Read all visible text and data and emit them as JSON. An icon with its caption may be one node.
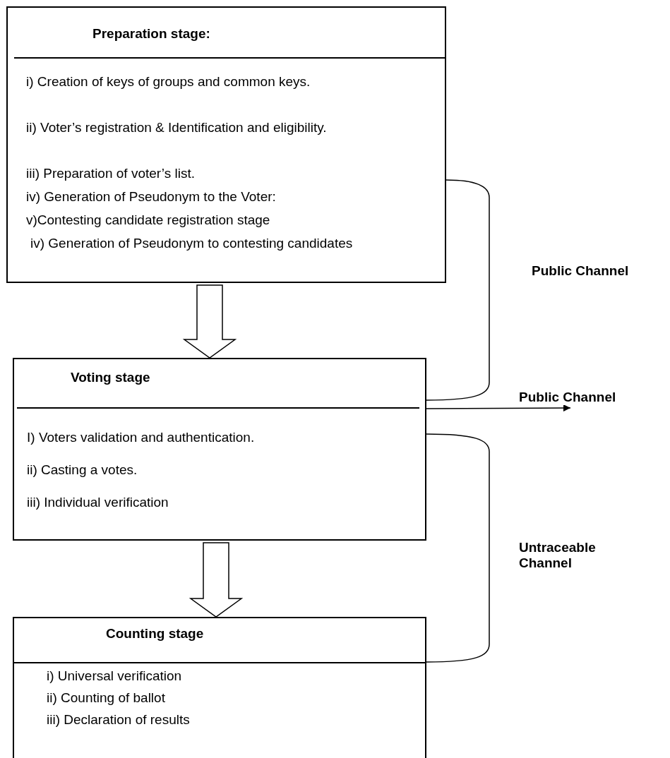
{
  "diagram": {
    "nodes": [
      {
        "text": [
          "Preparation stage:",
          "i) Creation of keys of groups and common keys.",
          "ii) Voter’s registration & Identification and eligibility.",
          "iii) Preparation of voter’s list.",
          "iv) Generation of Pseudonym to the Voter:",
          "v)Contesting candidate registration stage",
          "iv) Generation of Pseudonym to contesting candidates"
        ]
      },
      {
        "text": [
          "Voting stage",
          "I) Voters validation and authentication.",
          "ii) Casting a votes.",
          "iii) Individual verification"
        ]
      },
      {
        "text": [
          "Counting stage",
          "i) Universal verification",
          "ii) Counting of ballot",
          "iii) Declaration of results"
        ]
      }
    ],
    "edges": [
      {
        "from": 0,
        "to": 1,
        "arrow": "to",
        "style": "thick"
      },
      {
        "from": 1,
        "to": 2,
        "arrow": "to",
        "style": "thick"
      },
      {
        "from": 0,
        "to": 1,
        "arrow": "none",
        "label": "Public Channel"
      },
      {
        "from": 1,
        "to": null,
        "arrow": "to",
        "label": "Public Channel"
      },
      {
        "from": 1,
        "to": 2,
        "arrow": "none",
        "label": "Untraceable Channel"
      }
    ]
  }
}
